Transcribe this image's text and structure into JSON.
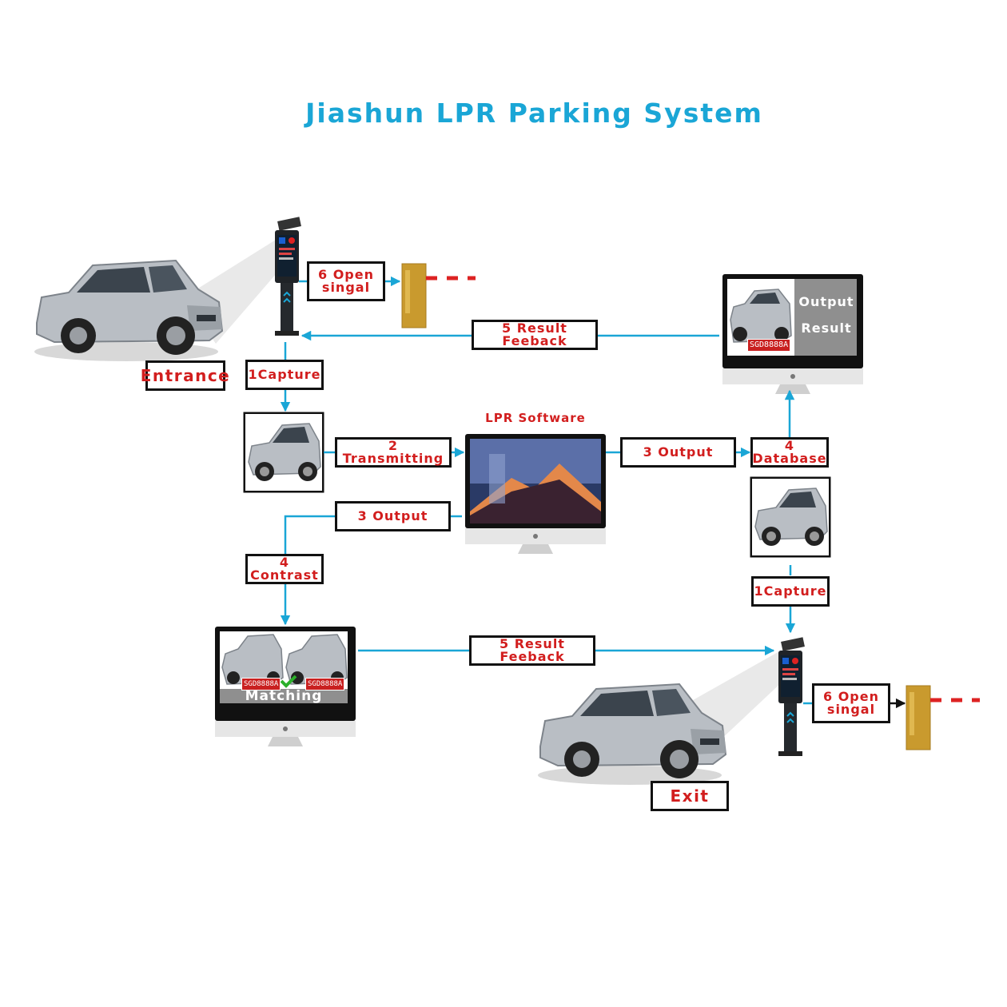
{
  "title": "Jiashun LPR Parking System",
  "labels": {
    "entrance": "Entrance",
    "exit": "Exit",
    "capture_entry": "1Capture",
    "capture_exit": "1Capture",
    "transmitting": "2 Transmitting",
    "output_db": "3 Output",
    "output_contrast": "3 Output",
    "database": "4 Database",
    "contrast": "4 Contrast",
    "feedback_entry": "5 Result Feeback",
    "feedback_exit": "5 Result Feeback",
    "open_entry": "6 Open\nsingal",
    "open_exit": "6 Open\nsingal"
  },
  "lpr_software": "LPR Software",
  "output_screen": {
    "line1": "Output",
    "line2": "Result",
    "plate": "SGD8888A"
  },
  "matching_screen": {
    "text": "Matching",
    "plate_left": "SGD8888A",
    "plate_right": "SGD8888A"
  },
  "colors": {
    "arrow": "#1aa6d6",
    "label_text": "#d21e1e",
    "title": "#1aa6d6"
  }
}
